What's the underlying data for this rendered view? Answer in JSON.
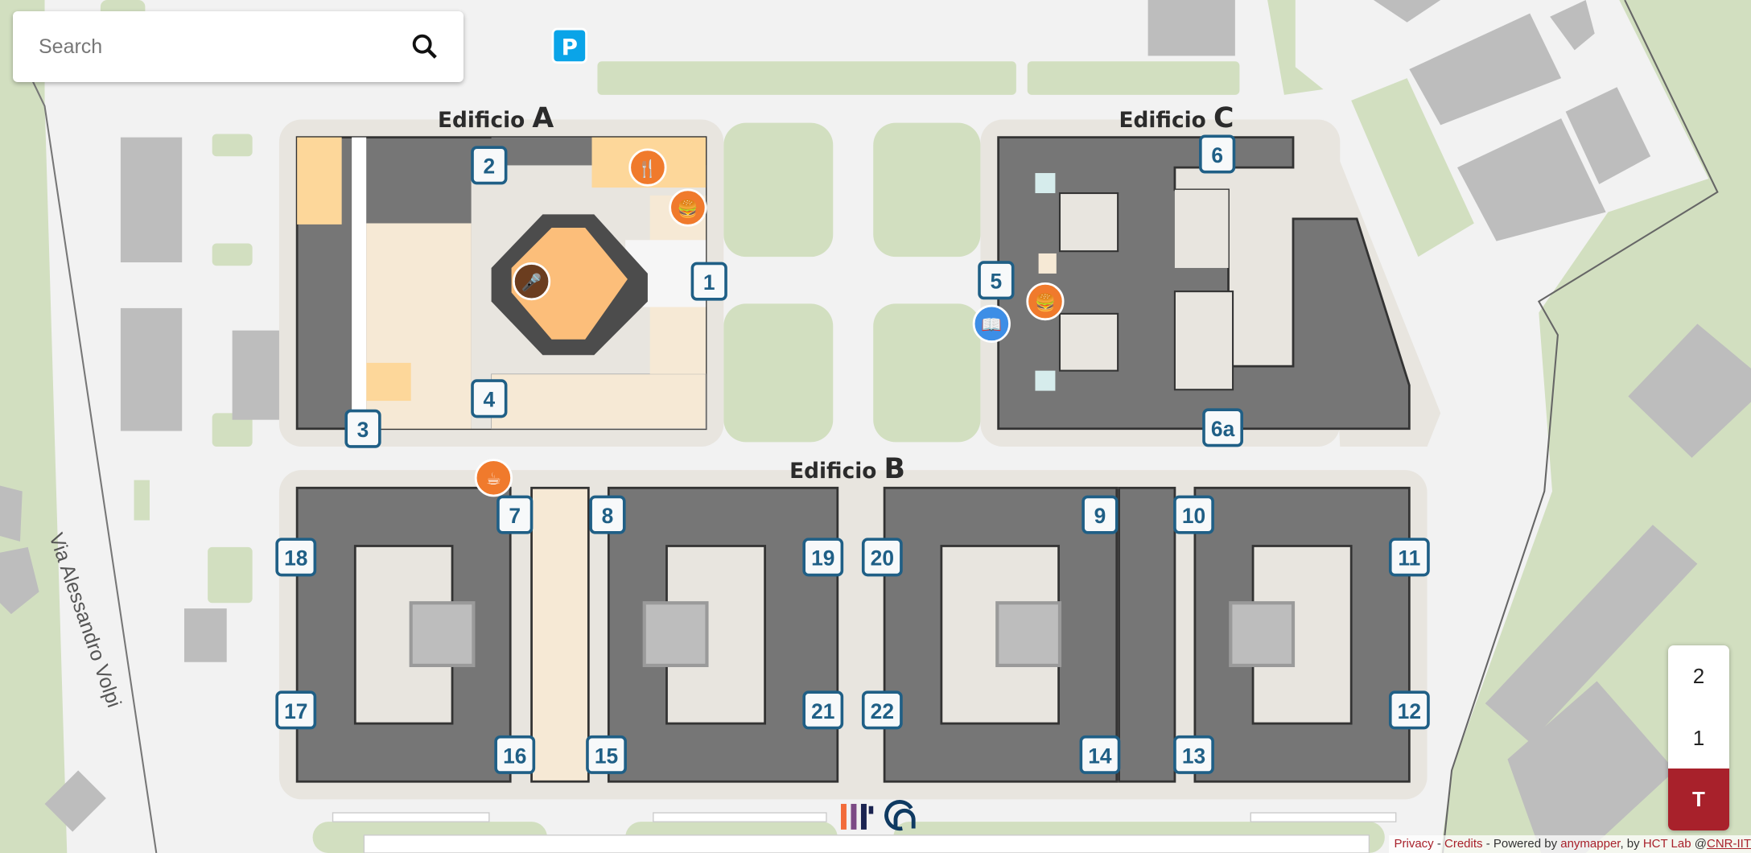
{
  "search": {
    "placeholder": "Search",
    "icon": "search-icon"
  },
  "buildings": {
    "a": {
      "label": "Edificio",
      "letter": "A"
    },
    "b": {
      "label": "Edificio",
      "letter": "B"
    },
    "c": {
      "label": "Edificio",
      "letter": "C"
    }
  },
  "street": "Via Alessandro Volpi",
  "entrances": [
    "1",
    "2",
    "3",
    "4",
    "5",
    "6",
    "6a",
    "7",
    "8",
    "9",
    "10",
    "11",
    "12",
    "13",
    "14",
    "15",
    "16",
    "17",
    "18",
    "19",
    "20",
    "21",
    "22"
  ],
  "pois": [
    {
      "icon": "parking-icon",
      "glyph": "P",
      "color": "#0aa4e8"
    },
    {
      "icon": "restaurant-icon",
      "color": "#f07a2c"
    },
    {
      "icon": "fast-food-icon",
      "color": "#f07a2c"
    },
    {
      "icon": "fast-food-icon",
      "color": "#f07a2c"
    },
    {
      "icon": "library-icon",
      "color": "#3d8ee6"
    },
    {
      "icon": "microphone-icon",
      "color": "#6b3d1f"
    },
    {
      "icon": "coffee-icon",
      "color": "#f07a2c"
    }
  ],
  "floors": {
    "items": [
      "2",
      "1",
      "T"
    ],
    "selected": "T",
    "accent": "#a8212b"
  },
  "logos": [
    "iit-logo",
    "cnr-logo"
  ],
  "attribution": {
    "privacy": "Privacy",
    "sep1": " - ",
    "credits": "Credits",
    "powered": " - Powered by ",
    "anymapper": "anymapper",
    "by": ", by ",
    "hct": "HCT Lab",
    "at": " @",
    "cnr": "CNR-IIT"
  },
  "colors": {
    "background": "#f2f2f2",
    "green": "#d2dfc0",
    "building": "#767676",
    "plaza": "#e8e5df",
    "marker": "#1f5f86"
  }
}
